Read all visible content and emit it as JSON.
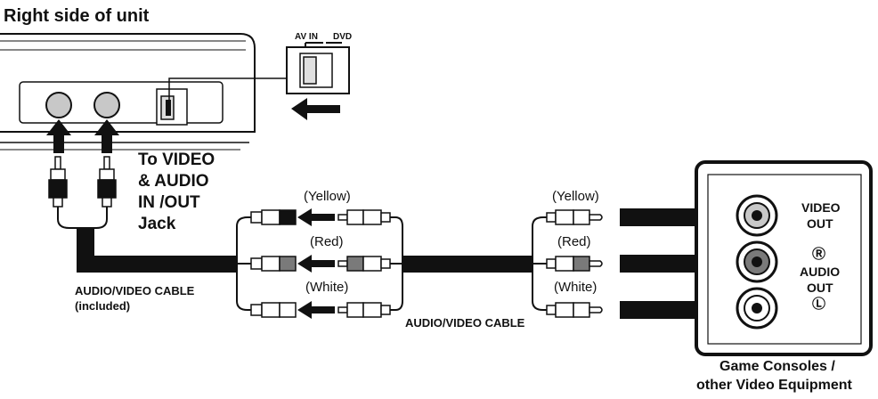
{
  "labels": {
    "unit_side": "Right side of unit",
    "switch_av_in": "AV IN",
    "switch_dvd": "DVD",
    "jack_line1": "To VIDEO",
    "jack_line2": "& AUDIO",
    "jack_line3": "IN /OUT",
    "jack_line4": "Jack",
    "included_cable_line1": "AUDIO/VIDEO CABLE",
    "included_cable_line2": "(included)",
    "left_yellow": "(Yellow)",
    "left_red": "(Red)",
    "left_white": "(White)",
    "right_yellow": "(Yellow)",
    "right_red": "(Red)",
    "right_white": "(White)",
    "middle_cable": "AUDIO/VIDEO CABLE",
    "video_out_line1": "VIDEO",
    "video_out_line2": "OUT",
    "audio_r": "Ⓡ",
    "audio_out_line1": "AUDIO",
    "audio_out_line2": "OUT",
    "audio_l": "Ⓛ",
    "equipment_line1": "Game Consoles /",
    "equipment_line2": "other Video Equipment"
  },
  "colors": {
    "ink": "#111111",
    "red_plug": "#7a7a7a",
    "jack_grey": "#c8c8c8"
  }
}
